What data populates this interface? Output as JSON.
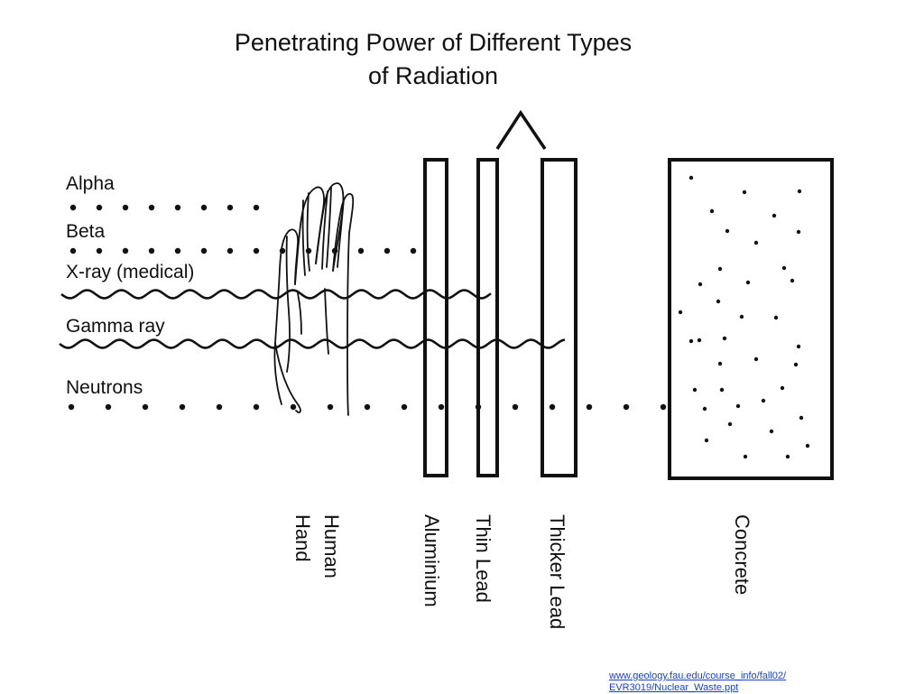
{
  "title": {
    "line1": "Penetrating Power of Different Types",
    "line2": "of Radiation"
  },
  "radiation_types": [
    {
      "label": "Alpha",
      "mark": "dots",
      "stops_at": "Human Hand"
    },
    {
      "label": "Beta",
      "mark": "dots",
      "stops_at": "Aluminium"
    },
    {
      "label": "X-ray (medical)",
      "mark": "wave",
      "stops_at": "Thin Lead"
    },
    {
      "label": "Gamma ray",
      "mark": "wave",
      "stops_at": "Thicker Lead"
    },
    {
      "label": "Neutrons",
      "mark": "dots",
      "stops_at": "Concrete"
    }
  ],
  "materials": {
    "hand": [
      "Human",
      "Hand"
    ],
    "aluminium": "Aluminium",
    "thin_lead": "Thin Lead",
    "thicker_lead": "Thicker Lead",
    "concrete": "Concrete"
  },
  "source": {
    "line1": "www.geology.fau.edu/course_info/fall02/",
    "line2": "EVR3019/Nuclear_Waste.ppt"
  },
  "colors": {
    "ink": "#111111",
    "link": "#1a3fd0",
    "background": "#ffffff"
  }
}
